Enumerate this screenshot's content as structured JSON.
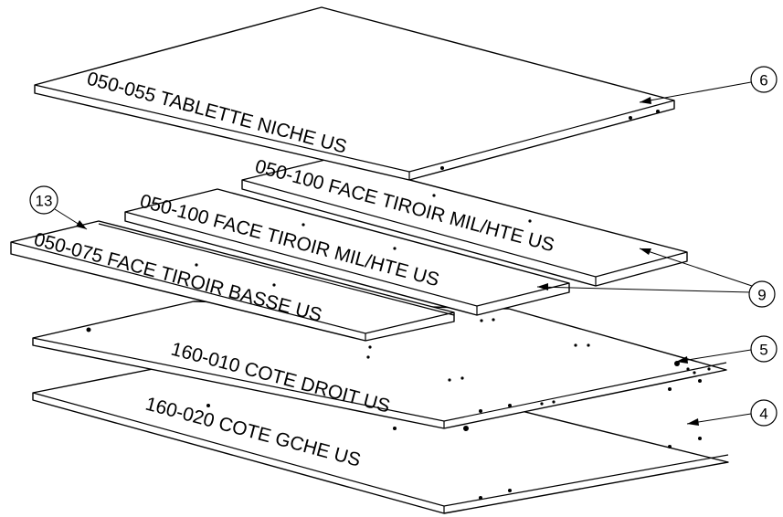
{
  "parts": [
    {
      "id": "tablette",
      "label": "050-055 TABLETTE NICHE US",
      "item": "6"
    },
    {
      "id": "face-mil-upper",
      "label": "050-100 FACE TIROIR MIL/HTE US",
      "item": "9"
    },
    {
      "id": "face-mil-lower",
      "label": "050-100 FACE TIROIR MIL/HTE US",
      "item": "9"
    },
    {
      "id": "face-basse",
      "label": "050-075 FACE TIROIR BASSE US",
      "item": "13"
    },
    {
      "id": "cote-droit",
      "label": "160-010 COTE DROIT US",
      "item": "5"
    },
    {
      "id": "cote-gauche",
      "label": "160-020 COTE GCHE US",
      "item": "4"
    }
  ],
  "balloons": {
    "b6": "6",
    "b9": "9",
    "b5": "5",
    "b4": "4",
    "b13": "13"
  }
}
